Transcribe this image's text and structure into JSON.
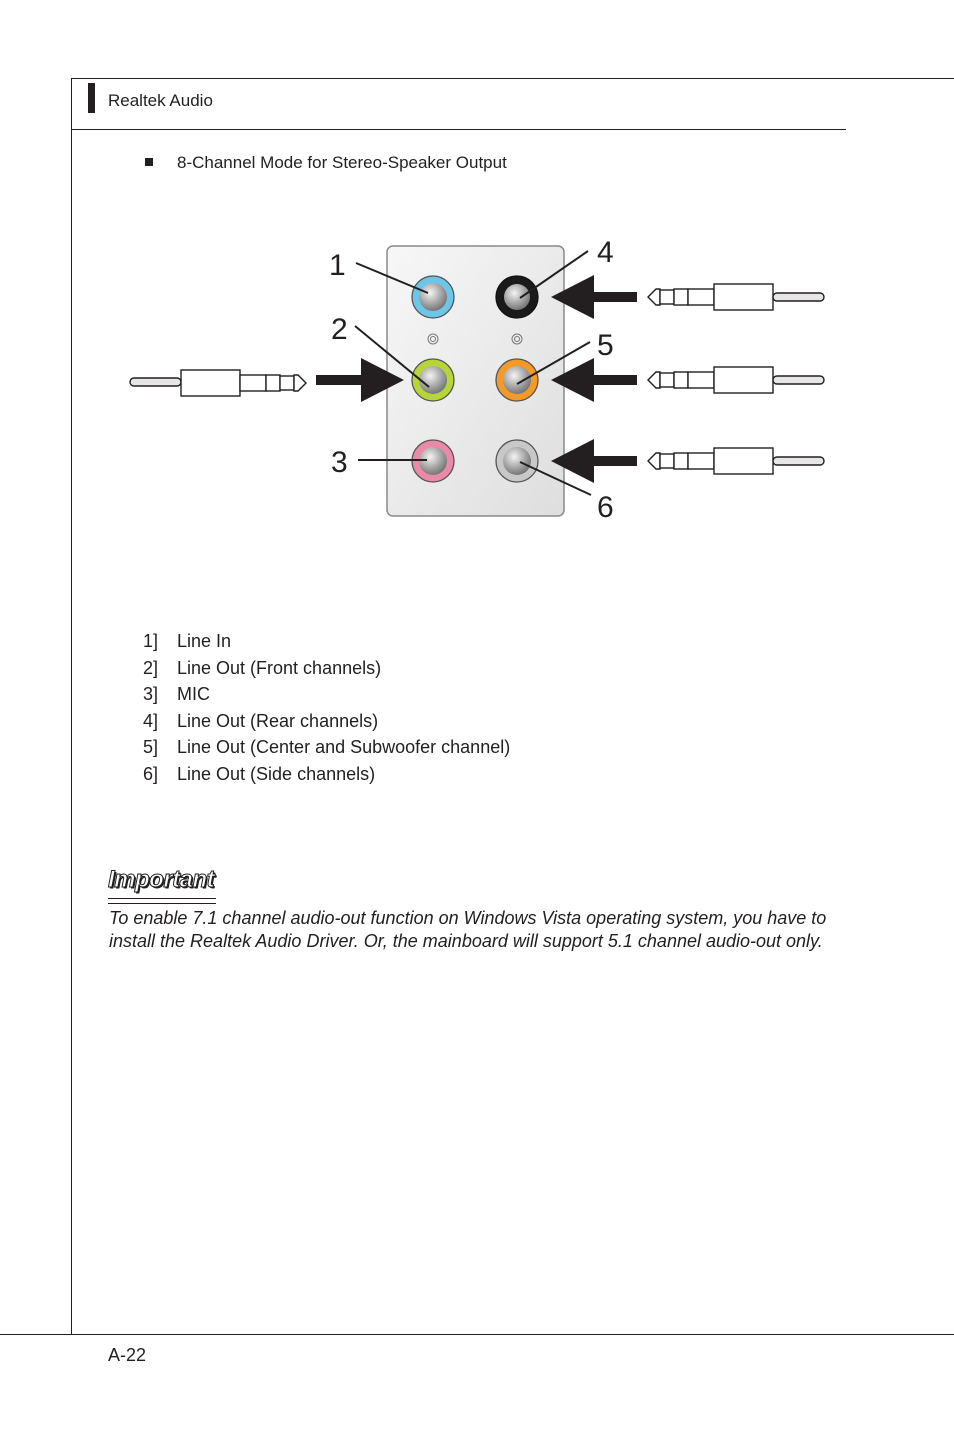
{
  "header": {
    "title": "Realtek Audio"
  },
  "section": {
    "title": "8-Channel Mode for Stereo-Speaker Output"
  },
  "diagram": {
    "callouts": [
      "1",
      "2",
      "3",
      "4",
      "5",
      "6"
    ],
    "jack_colors": {
      "jack_1": "#6cc6e8",
      "jack_2": "#b7d53a",
      "jack_3": "#e88aa8",
      "jack_4": "#1a1a1a",
      "jack_5": "#f39a28",
      "jack_6": "#c8c8c8"
    }
  },
  "jacks": [
    {
      "num": "1]",
      "label": "Line In"
    },
    {
      "num": "2]",
      "label": "Line Out (Front channels)"
    },
    {
      "num": "3]",
      "label": "MIC"
    },
    {
      "num": "4]",
      "label": "Line Out (Rear channels)"
    },
    {
      "num": "5]",
      "label": "Line Out (Center and Subwoofer channel)"
    },
    {
      "num": "6]",
      "label": "Line Out (Side channels)"
    }
  ],
  "important": {
    "title": "Important",
    "text": "To enable 7.1 channel audio-out function on Windows Vista operating system, you have to install the Realtek Audio Driver. Or, the mainboard will support 5.1 channel audio-out only."
  },
  "footer": {
    "page_number": "A-22"
  }
}
